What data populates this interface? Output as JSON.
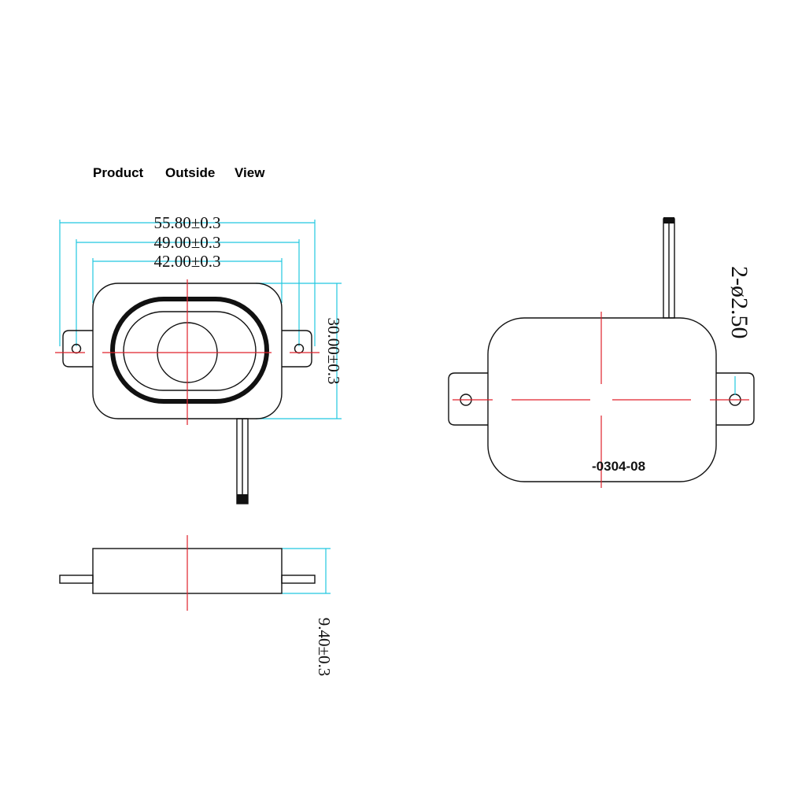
{
  "title": {
    "words": [
      "Product",
      "Outside",
      "View"
    ]
  },
  "dimensions": {
    "overall_width": "55.80±0.3",
    "hole_spacing": "49.00±0.3",
    "body_width": "42.00±0.3",
    "height": "30.00±0.3",
    "thickness": "9.40±0.3",
    "mounting_holes": "2-ø2.50"
  },
  "part_code": "-0304-08",
  "colors": {
    "outline": "#111111",
    "dimension_lines": "#22c8e0",
    "center_lines": "#e0202a"
  }
}
